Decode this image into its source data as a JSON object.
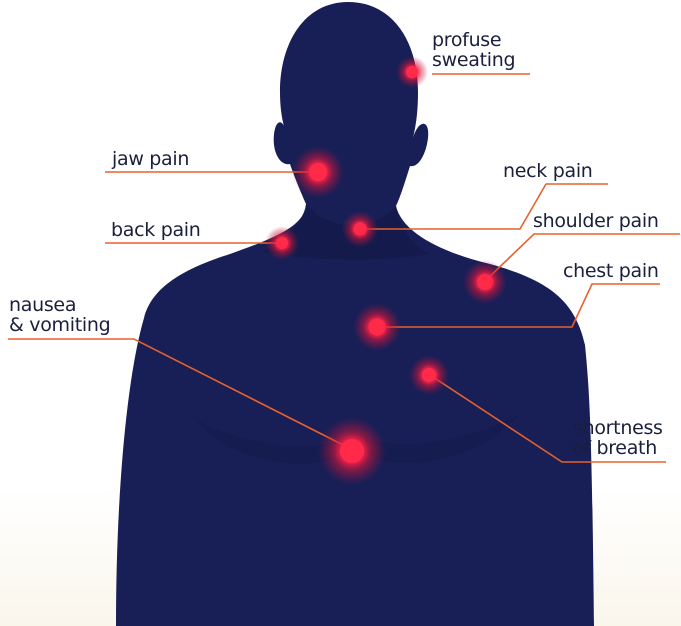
{
  "colors": {
    "body": "#171f56",
    "body_shadow": "#121846",
    "leader_line": "#e8602c",
    "pain_core": "#ff2a4a",
    "text": "#1a1f3c",
    "background": "#ffffff"
  },
  "symptoms": [
    {
      "id": "profuse-sweating",
      "lines": [
        "profuse",
        "sweating"
      ]
    },
    {
      "id": "jaw-pain",
      "lines": [
        "jaw pain"
      ]
    },
    {
      "id": "neck-pain",
      "lines": [
        "neck pain"
      ]
    },
    {
      "id": "back-pain",
      "lines": [
        "back pain"
      ]
    },
    {
      "id": "shoulder-pain",
      "lines": [
        "shoulder pain"
      ]
    },
    {
      "id": "chest-pain",
      "lines": [
        "chest pain"
      ]
    },
    {
      "id": "nausea-vomiting",
      "lines": [
        "nausea",
        "& vomiting"
      ]
    },
    {
      "id": "shortness-of-breath",
      "lines": [
        "shortness",
        "of breath"
      ]
    }
  ]
}
